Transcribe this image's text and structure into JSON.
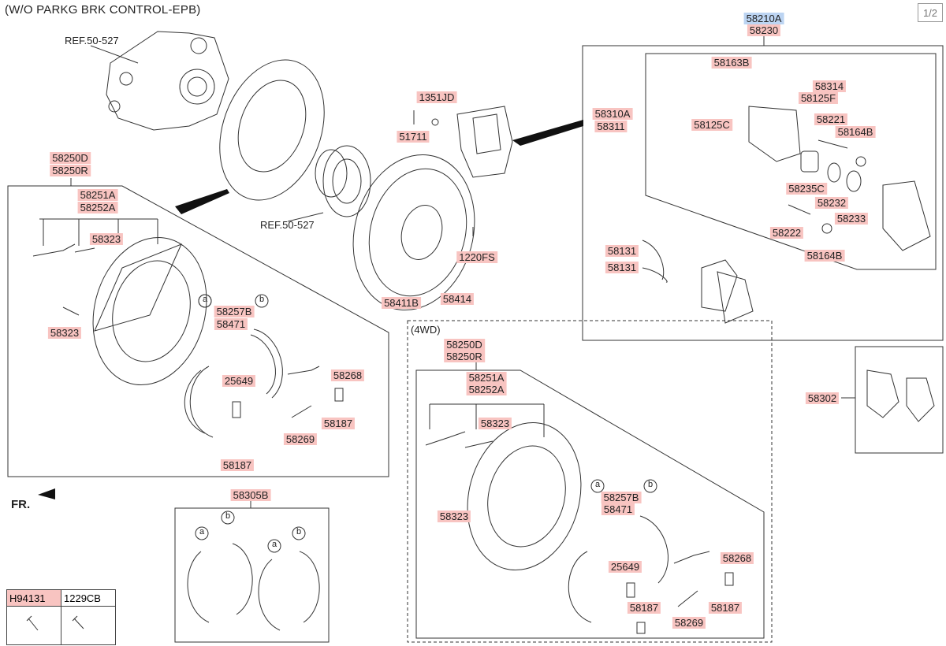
{
  "header": {
    "title": "(W/O PARKG BRK CONTROL-EPB)",
    "page_indicator": "1/2"
  },
  "refs": {
    "ref_top": "REF.50-527",
    "ref_mid": "REF.50-527"
  },
  "groups": {
    "fourwd": "(4WD)",
    "fr": "FR."
  },
  "labels": {
    "p58210A": "58210A",
    "p58230": "58230",
    "p58163B": "58163B",
    "p58314": "58314",
    "p58125F": "58125F",
    "p58310A": "58310A",
    "p58311": "58311",
    "p58125C": "58125C",
    "p58221": "58221",
    "p58164B_a": "58164B",
    "p58235C": "58235C",
    "p58232": "58232",
    "p58233": "58233",
    "p58222": "58222",
    "p58164B_b": "58164B",
    "p58131_a": "58131",
    "p58131_b": "58131",
    "p58302": "58302",
    "p1351JD": "1351JD",
    "p51711": "51711",
    "p1220FS": "1220FS",
    "p58411B": "58411B",
    "p58414": "58414",
    "l58250D": "58250D",
    "l58250R": "58250R",
    "l58251A": "58251A",
    "l58252A": "58252A",
    "l58323_a": "58323",
    "l58323_b": "58323",
    "l58257B": "58257B",
    "l58471": "58471",
    "l58268": "58268",
    "l25649": "25649",
    "l58187_a": "58187",
    "l58269": "58269",
    "l58187_b": "58187",
    "l58305B": "58305B",
    "r58250D": "58250D",
    "r58250R": "58250R",
    "r58251A": "58251A",
    "r58252A": "58252A",
    "r58323_a": "58323",
    "r58323_b": "58323",
    "r58257B": "58257B",
    "r58471": "58471",
    "r58268": "58268",
    "r25649": "25649",
    "r58187_a": "58187",
    "r58187_b": "58187",
    "r58269": "58269"
  },
  "circle_marks": {
    "a": "a",
    "b": "b"
  },
  "table": {
    "h1": "H94131",
    "h2": "1229CB"
  },
  "colors": {
    "label_bg": "#f8c4c1",
    "highlight_bg": "#bcd4f2",
    "line": "#333333"
  }
}
